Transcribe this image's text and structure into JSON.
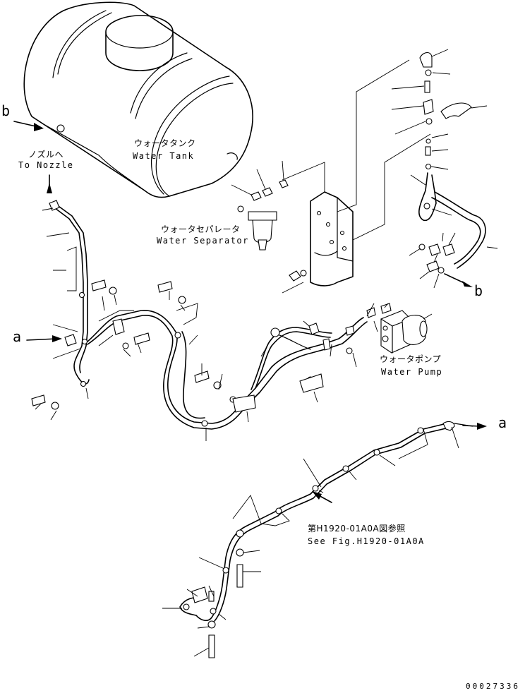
{
  "water_tank": {
    "label_jp": "ウォータタンク",
    "label_en": "Water Tank"
  },
  "water_separator": {
    "label_jp": "ウォータセパレータ",
    "label_en": "Water Separator"
  },
  "water_pump": {
    "label_jp": "ウォータポンプ",
    "label_en": "Water Pump"
  },
  "nozzle": {
    "label_jp": "ノズルへ",
    "label_en": "To Nozzle"
  },
  "reference": {
    "label_jp": "第H1920-01A0A図参照",
    "label_en": "See Fig.H1920-01A0A"
  },
  "connection_markers": {
    "a_left": "a",
    "a_right": "a",
    "b_left": "b",
    "b_right": "b"
  },
  "drawing_number": "00027336"
}
